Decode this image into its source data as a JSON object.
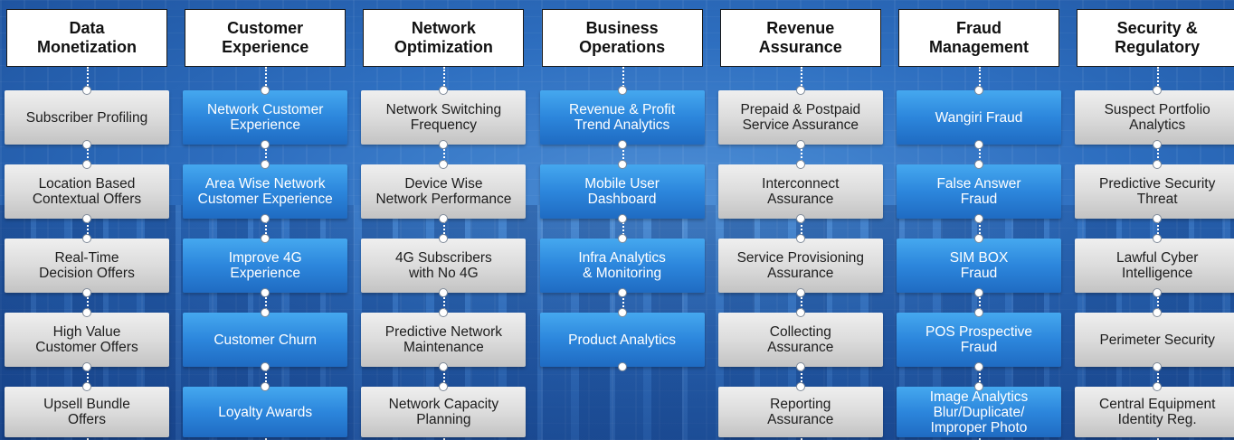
{
  "columns": [
    {
      "title": "Data\nMonetization",
      "style": "gray",
      "items": [
        "Subscriber Profiling",
        "Location Based\nContextual Offers",
        "Real-Time\nDecision Offers",
        "High Value\nCustomer Offers",
        "Upsell Bundle\nOffers"
      ]
    },
    {
      "title": "Customer\nExperience",
      "style": "blue",
      "items": [
        "Network Customer\nExperience",
        "Area Wise Network\nCustomer Experience",
        "Improve 4G\nExperience",
        "Customer Churn",
        "Loyalty Awards"
      ]
    },
    {
      "title": "Network\nOptimization",
      "style": "gray",
      "items": [
        "Network Switching\nFrequency",
        "Device Wise\nNetwork Performance",
        "4G Subscribers\nwith No 4G",
        "Predictive Network\nMaintenance",
        "Network Capacity\nPlanning"
      ]
    },
    {
      "title": "Business\nOperations",
      "style": "blue",
      "items": [
        "Revenue & Profit\nTrend Analytics",
        "Mobile User\nDashboard",
        "Infra Analytics\n& Monitoring",
        "Product Analytics"
      ]
    },
    {
      "title": "Revenue\nAssurance",
      "style": "gray",
      "items": [
        "Prepaid & Postpaid\nService Assurance",
        "Interconnect\nAssurance",
        "Service Provisioning\nAssurance",
        "Collecting\nAssurance",
        "Reporting\nAssurance"
      ]
    },
    {
      "title": "Fraud\nManagement",
      "style": "blue",
      "items": [
        "Wangiri Fraud",
        "False Answer\nFraud",
        "SIM BOX\nFraud",
        "POS Prospective\nFraud",
        "Image Analytics\nBlur/Duplicate/\nImproper Photo"
      ]
    },
    {
      "title": "Security &\nRegulatory",
      "style": "gray",
      "items": [
        "Suspect Portfolio\nAnalytics",
        "Predictive Security\nThreat",
        "Lawful Cyber\nIntelligence",
        "Perimeter Security",
        "Central Equipment\nIdentity Reg."
      ]
    }
  ]
}
